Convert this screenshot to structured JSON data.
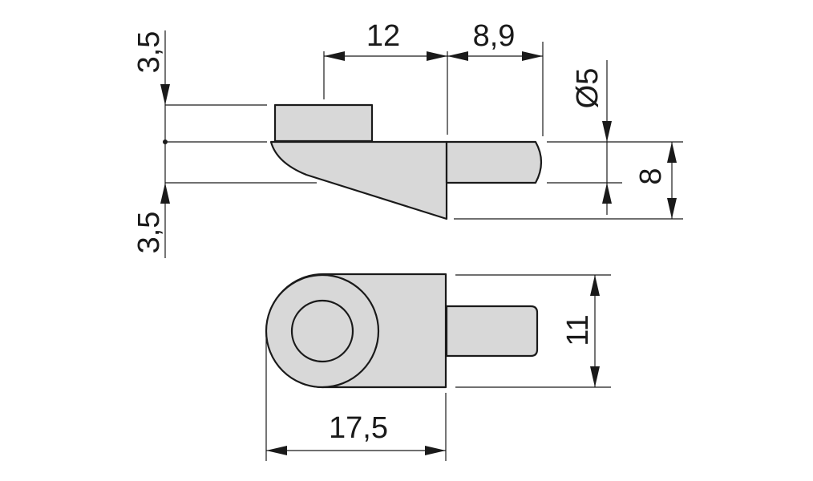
{
  "diagram": {
    "colors": {
      "part_fill": "#d8d8d8",
      "line": "#1a1a1a",
      "background": "#ffffff"
    },
    "side_view": {
      "dimensions": {
        "upper_offset": "3,5",
        "lower_offset": "3,5",
        "length": "12",
        "pin_length": "8,9",
        "pin_diameter": "Ø5",
        "height": "8"
      }
    },
    "top_view": {
      "dimensions": {
        "width": "11",
        "overall_length": "17,5"
      }
    }
  }
}
